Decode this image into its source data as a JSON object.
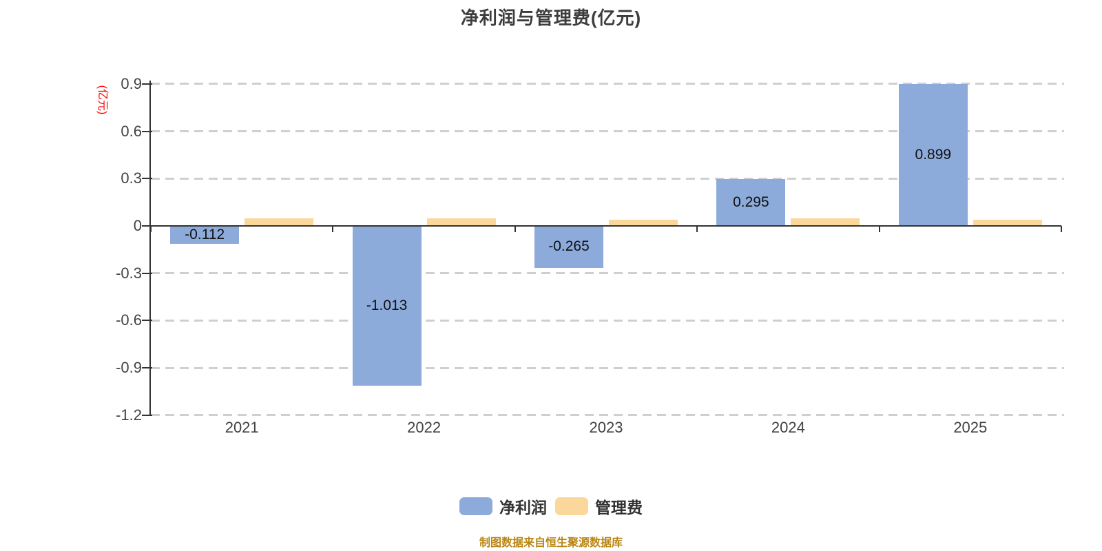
{
  "title": "净利润与管理费(亿元)",
  "y_axis": {
    "name": "(亿元)",
    "tick_labels": [
      "0.9",
      "0.6",
      "0.3",
      "0",
      "-0.3",
      "-0.6",
      "-0.9",
      "-1.2"
    ]
  },
  "chart_data": {
    "type": "bar",
    "title": "净利润与管理费(亿元)",
    "ylabel": "(亿元)",
    "categories": [
      "2021",
      "2022",
      "2023",
      "2024",
      "2025"
    ],
    "series": [
      {
        "name": "净利润",
        "color": "#8CABDB",
        "values": [
          -0.112,
          -1.013,
          -0.265,
          0.295,
          0.899
        ],
        "data_labels": [
          "-0.112",
          "-1.013",
          "-0.265",
          "0.295",
          "0.899"
        ]
      },
      {
        "name": "管理费",
        "color": "#FCD79B",
        "values": [
          0.05,
          0.05,
          0.04,
          0.05,
          0.04
        ],
        "data_labels": [
          "",
          "",
          "",
          "",
          ""
        ]
      }
    ],
    "ylim": [
      -1.2,
      0.9
    ],
    "y_ticks": [
      0.9,
      0.6,
      0.3,
      0,
      -0.3,
      -0.6,
      -0.9,
      -1.2
    ],
    "grid": "horizontal dashed",
    "legend_position": "bottom"
  },
  "legend": {
    "items": [
      {
        "label": "净利润",
        "color": "#8CABDB"
      },
      {
        "label": "管理费",
        "color": "#FCD79B"
      }
    ]
  },
  "footer": {
    "note": "制图数据来自恒生聚源数据库"
  },
  "colors": {
    "background": "#FFFFFF",
    "axis": "#333333",
    "grid": "#CFCFCF",
    "axis_name": "#FF0000",
    "tick_text": "#424242",
    "bar_label": "#111111",
    "title_text": "#3D3D3D",
    "legend_text": "#333333",
    "footer_text": "#BA8612"
  }
}
